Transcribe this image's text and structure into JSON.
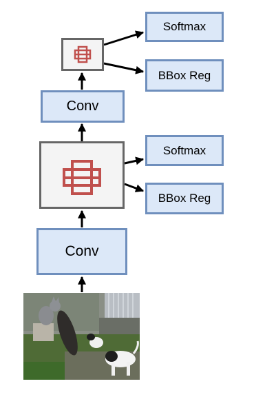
{
  "colors": {
    "box_fill": "#dce8f8",
    "box_border": "#6f8fbd",
    "pool_fill": "#f4f4f4",
    "pool_border": "#666666",
    "pool_glyph": "#c0504d",
    "arrow": "#000000"
  },
  "diagram": {
    "conv_bottom_label": "Conv",
    "conv_top_label": "Conv",
    "lower_head": {
      "softmax_label": "Softmax",
      "bbox_label": "BBox Reg"
    },
    "upper_head": {
      "softmax_label": "Softmax",
      "bbox_label": "BBox Reg"
    },
    "pool_icon": "roi-pool-grid-icon",
    "input_image": "cat-and-dog-photo"
  }
}
